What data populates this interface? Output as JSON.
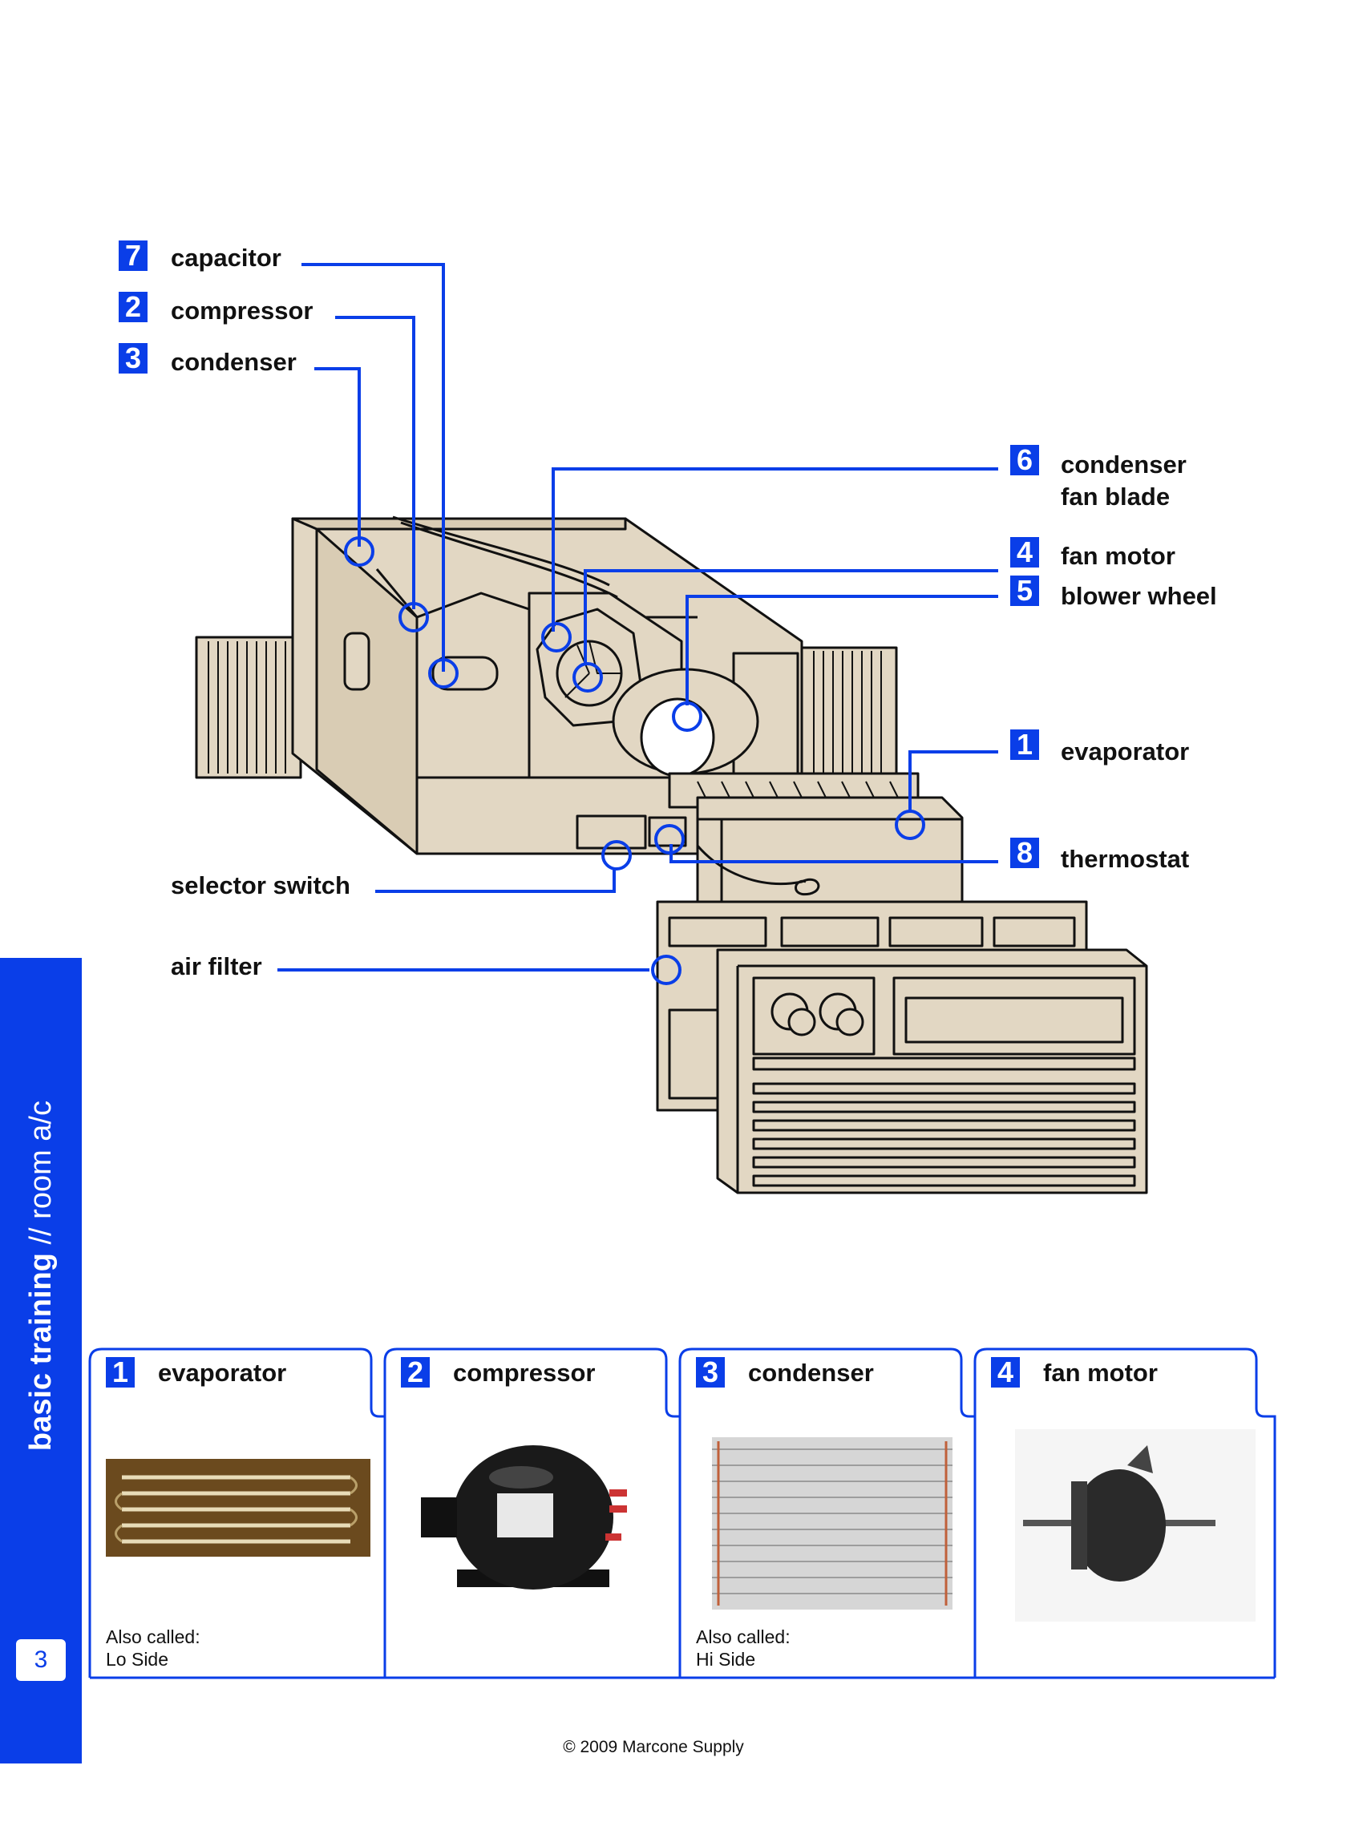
{
  "callouts": {
    "capacitor": {
      "number": "7",
      "label": "capacitor"
    },
    "compressor": {
      "number": "2",
      "label": "compressor"
    },
    "condenser": {
      "number": "3",
      "label": "condenser"
    },
    "condenser_fan_blade": {
      "number": "6",
      "line1": "condenser",
      "line2": "fan blade"
    },
    "fan_motor": {
      "number": "4",
      "label": "fan motor"
    },
    "blower_wheel": {
      "number": "5",
      "label": "blower wheel"
    },
    "evaporator": {
      "number": "1",
      "label": "evaporator"
    },
    "thermostat": {
      "number": "8",
      "label": "thermostat"
    },
    "selector_switch": {
      "label": "selector switch"
    },
    "air_filter": {
      "label": "air filter"
    }
  },
  "cards": [
    {
      "number": "1",
      "title": "evaporator",
      "note_label": "Also called:",
      "note_value": "Lo Side"
    },
    {
      "number": "2",
      "title": "compressor",
      "note_label": "",
      "note_value": ""
    },
    {
      "number": "3",
      "title": "condenser",
      "note_label": "Also called:",
      "note_value": "Hi Side"
    },
    {
      "number": "4",
      "title": "fan motor",
      "note_label": "",
      "note_value": ""
    }
  ],
  "sidebar": {
    "bold": "basic training",
    "rest": " // room a/c",
    "page_number": "3"
  },
  "footer": {
    "copyright": "© 2009 Marcone Supply"
  },
  "colors": {
    "accent": "#0a3ee8",
    "unit_beige": "#e2d7c3",
    "outline": "#111111"
  }
}
